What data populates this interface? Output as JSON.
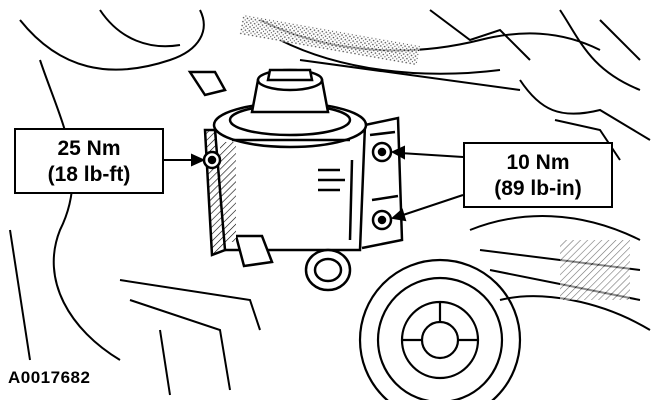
{
  "figure_id": "A0017682",
  "callouts": {
    "left": {
      "metric": "25 Nm",
      "imperial": "(18 lb-ft)"
    },
    "right": {
      "metric": "10 Nm",
      "imperial": "(89 lb-in)"
    }
  },
  "colors": {
    "ink": "#000000",
    "paper": "#ffffff",
    "shade": "#9a9a9a"
  }
}
